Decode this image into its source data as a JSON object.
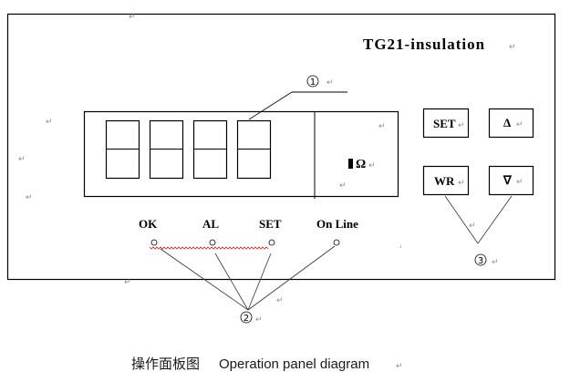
{
  "panel": {
    "title": "TG21-insulation",
    "unit_symbol": "Ω",
    "callouts": {
      "display": "1",
      "indicators": "2",
      "keys": "3"
    },
    "indicators": [
      {
        "label": "OK"
      },
      {
        "label": "AL"
      },
      {
        "label": "SET"
      },
      {
        "label": "On Line"
      }
    ],
    "keys": [
      {
        "label": "SET",
        "name": "set-key"
      },
      {
        "label": "Δ",
        "name": "up-key"
      },
      {
        "label": "WR",
        "name": "write-key"
      },
      {
        "label": "∇",
        "name": "down-key"
      }
    ],
    "digit_count": 4
  },
  "caption": {
    "chinese": "操作面板图",
    "english": "Operation panel diagram"
  },
  "paragraph_mark": "↵",
  "colors": {
    "line": "#000000",
    "paragraph_mark": "#8c8c8c",
    "spellcheck_underline": "#e02020"
  }
}
